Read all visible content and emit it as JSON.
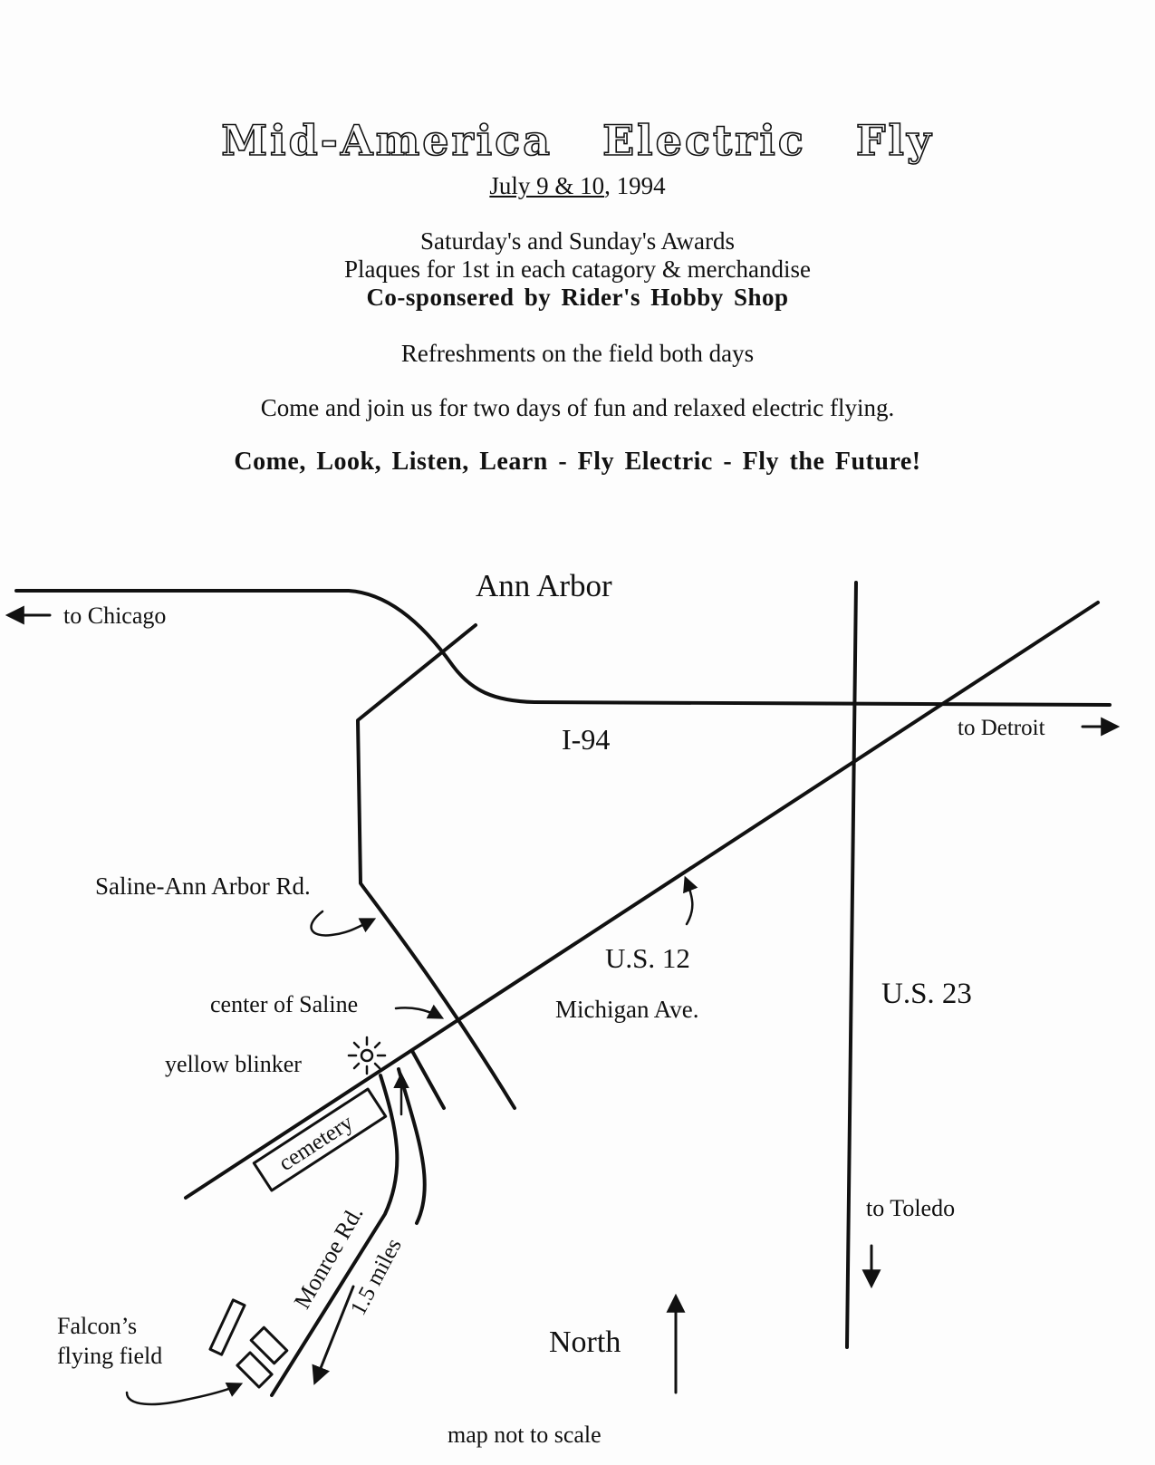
{
  "header": {
    "title": "Mid-America Electric Fly",
    "date_underlined": "July 9 & 10",
    "date_rest": ", 1994",
    "awards_line1": "Saturday's and Sunday's Awards",
    "awards_line2": "Plaques for 1st in each catagory & merchandise",
    "awards_line3": "Co-sponsered by Rider's Hobby Shop",
    "refreshments": "Refreshments on the field both days",
    "invitation": "Come and join us for two days of fun and relaxed electric flying.",
    "slogan": "Come, Look, Listen, Learn - Fly Electric - Fly the Future!"
  },
  "map": {
    "city": "Ann Arbor",
    "to_chicago": "to Chicago",
    "to_detroit": "to Detroit",
    "to_toledo": "to Toledo",
    "i94": "I-94",
    "saline_rd": "Saline-Ann Arbor Rd.",
    "us12": "U.S. 12",
    "michigan_ave": "Michigan Ave.",
    "us23": "U.S. 23",
    "center_saline": "center of Saline",
    "yellow_blinker": "yellow blinker",
    "cemetery": "cemetery",
    "monroe_rd": "Monroe Rd.",
    "distance": "1.5 miles",
    "falcon_line1": "Falcon’s",
    "falcon_line2": "flying field",
    "north": "North",
    "scale_note": "map not to scale"
  }
}
